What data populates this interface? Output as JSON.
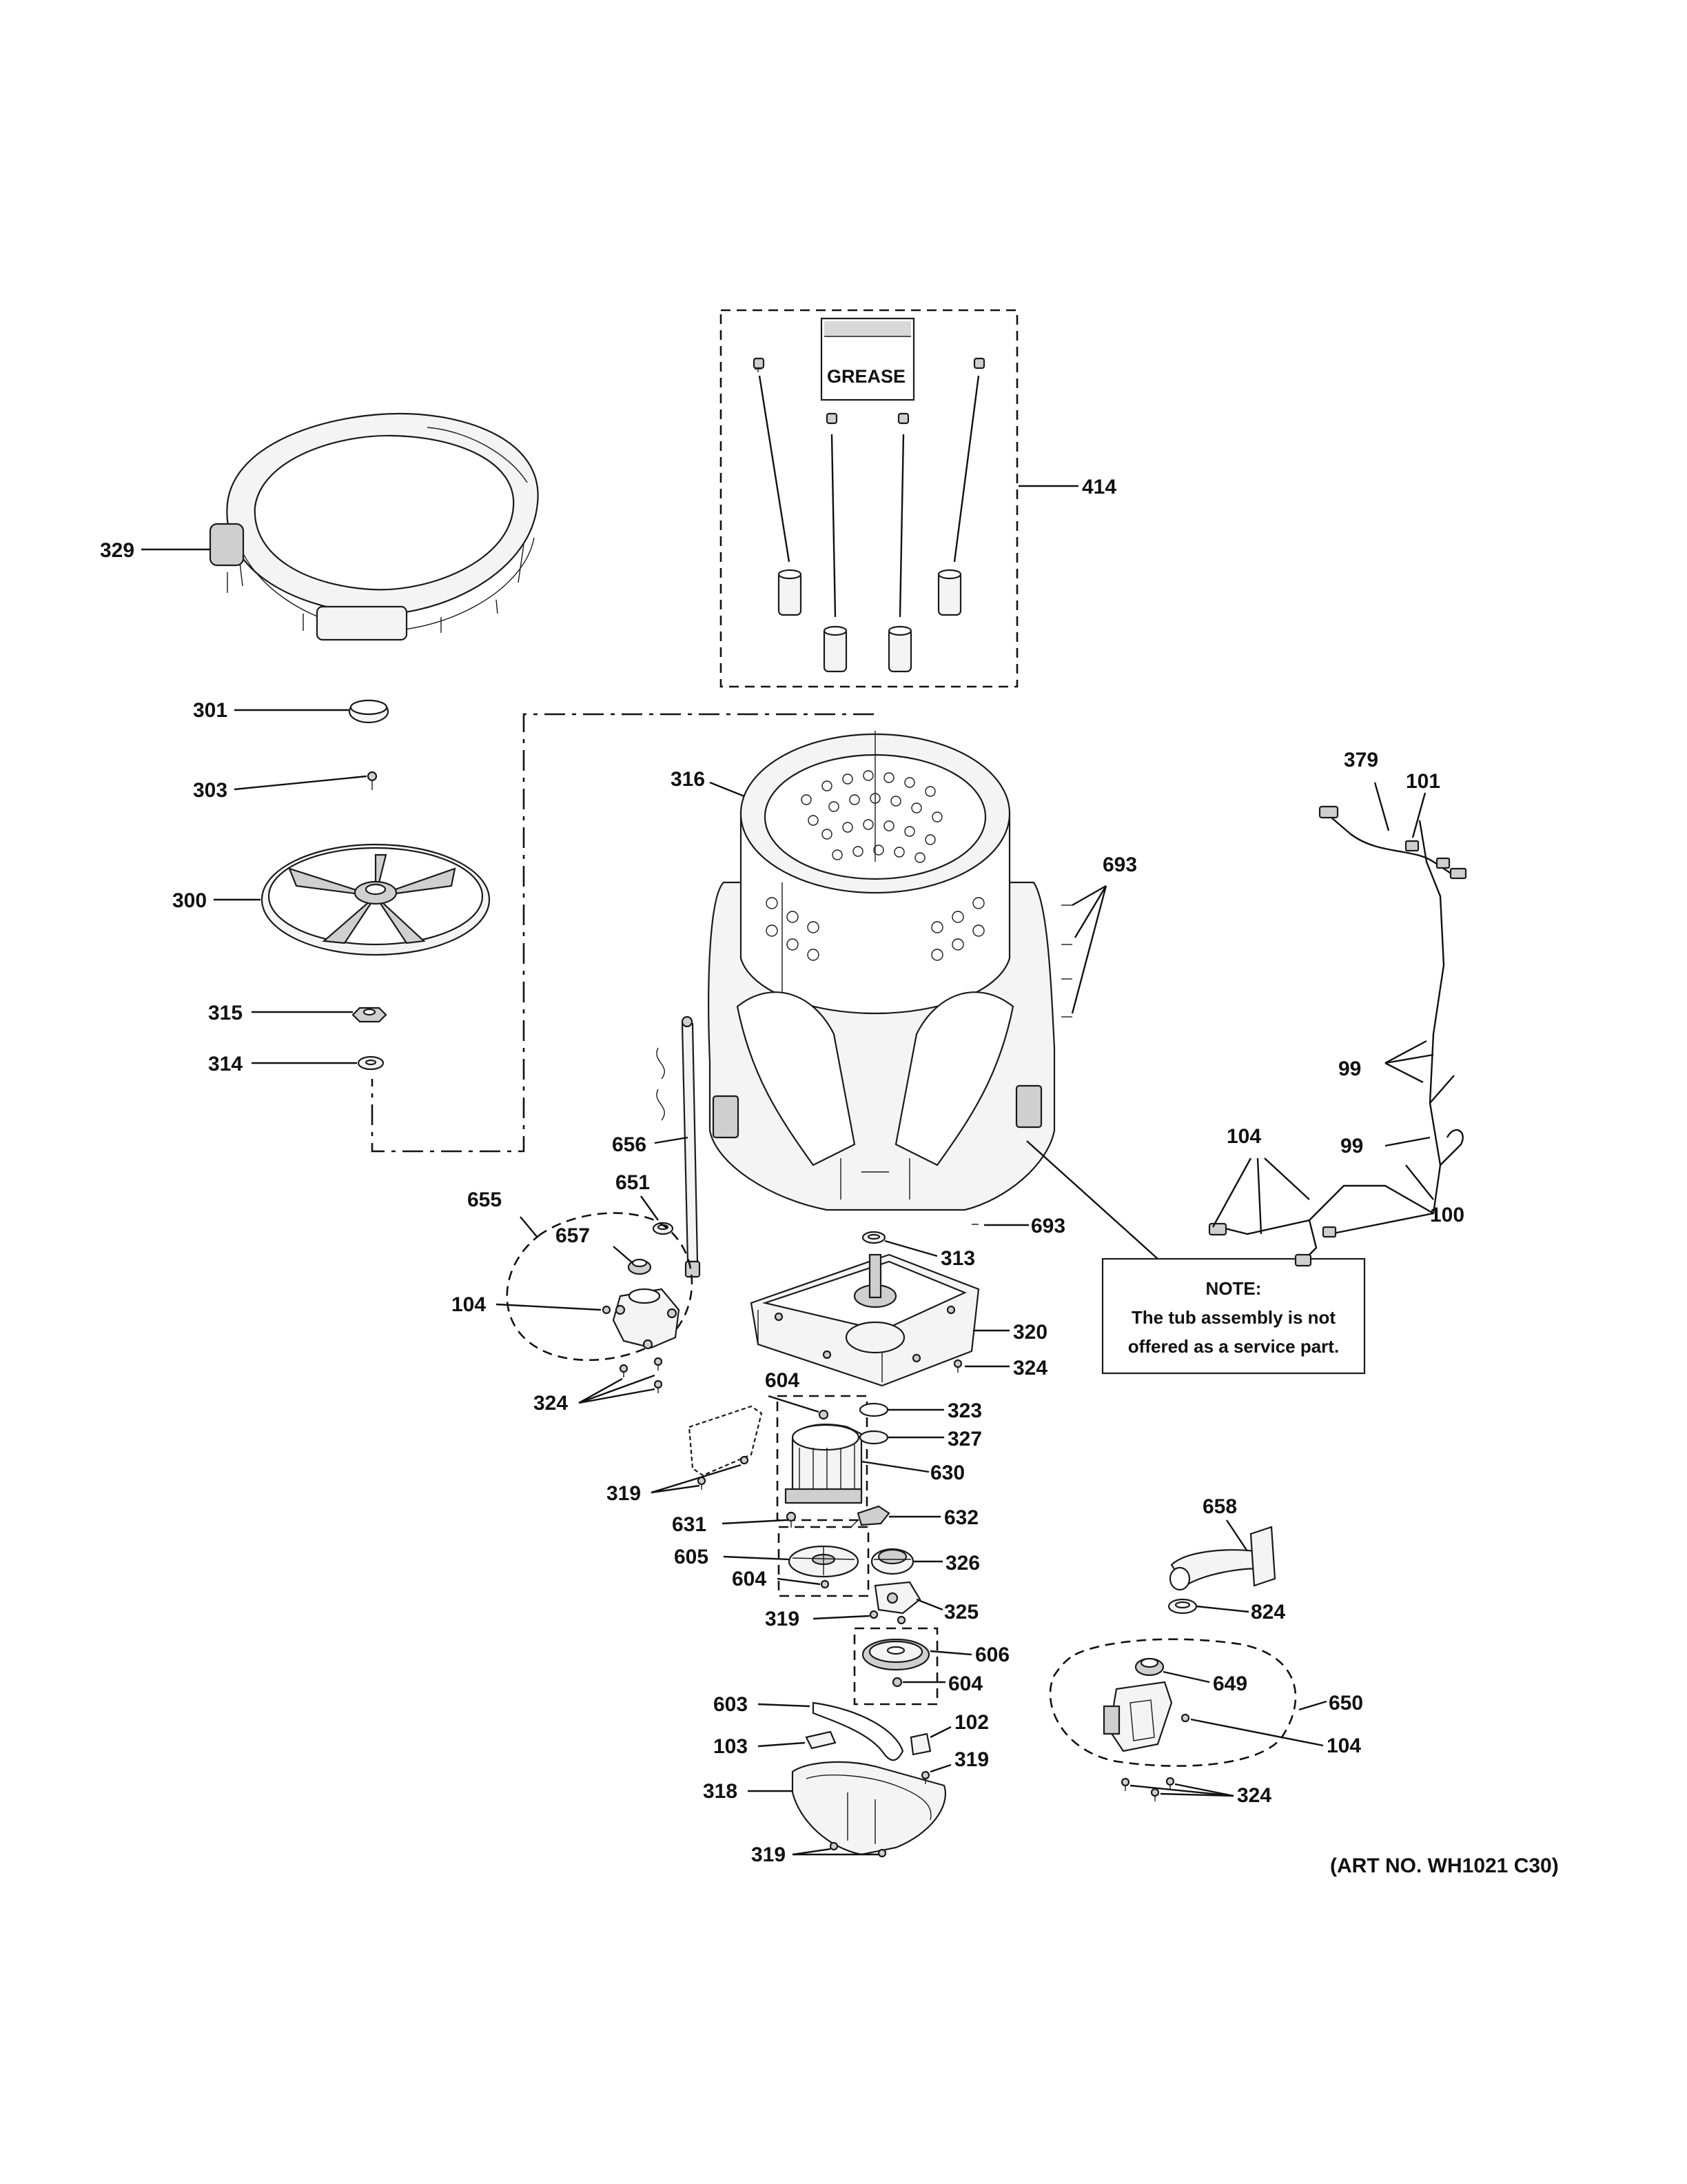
{
  "diagram": {
    "labels": {
      "l329": "329",
      "l301": "301",
      "l303": "303",
      "l300": "300",
      "l315": "315",
      "l314": "314",
      "l414": "414",
      "l316": "316",
      "l693a": "693",
      "l693b": "693",
      "l379": "379",
      "l101": "101",
      "l99a": "99",
      "l99b": "99",
      "l104a": "104",
      "l100": "100",
      "l656": "656",
      "l651": "651",
      "l655": "655",
      "l657": "657",
      "l104b": "104",
      "l324a": "324",
      "l313": "313",
      "l320": "320",
      "l324b": "324",
      "l604a": "604",
      "l323": "323",
      "l327": "327",
      "l630": "630",
      "l319a": "319",
      "l631": "631",
      "l632": "632",
      "l605": "605",
      "l604b": "604",
      "l326": "326",
      "l319b": "319",
      "l325": "325",
      "l606": "606",
      "l604c": "604",
      "l603": "603",
      "l102": "102",
      "l103": "103",
      "l319c": "319",
      "l318": "318",
      "l319d": "319",
      "l658": "658",
      "l824": "824",
      "l649": "649",
      "l650": "650",
      "l104c": "104",
      "l324c": "324"
    },
    "grease_label": "GREASE",
    "note": {
      "title": "NOTE:",
      "line1": "The tub assembly is not",
      "line2": "offered as a service part."
    },
    "art_number": "(ART NO. WH1021 C30)"
  }
}
